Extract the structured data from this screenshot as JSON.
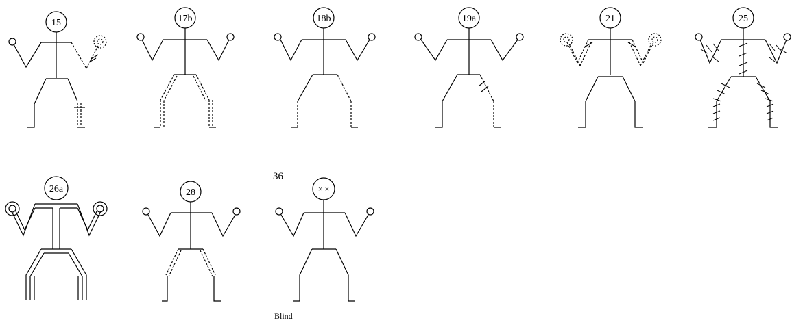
{
  "figures": [
    {
      "id": "fig-15",
      "label": "15",
      "variant": "right-arm-hatched-right-leg-double-dashed"
    },
    {
      "id": "fig-17b",
      "label": "17b",
      "variant": "both-legs-double-dashed"
    },
    {
      "id": "fig-18b",
      "label": "18b",
      "variant": "both-legs-dashed"
    },
    {
      "id": "fig-19a",
      "label": "19a",
      "variant": "right-leg-dashed-with-ticks"
    },
    {
      "id": "fig-21",
      "label": "21",
      "variant": "both-arms-double-dashed-hands-dashed-rings"
    },
    {
      "id": "fig-25",
      "label": "25",
      "variant": "all-limbs-and-torso-hatched"
    },
    {
      "id": "fig-26a",
      "label": "26a",
      "variant": "double-outlined-body-ringed-hands"
    },
    {
      "id": "fig-28",
      "label": "28",
      "variant": "both-thighs-dashed"
    },
    {
      "id": "fig-36",
      "label": "",
      "variant": "x-eyes-blind",
      "face_mark": "× ×",
      "number": "36",
      "caption": "Blind"
    }
  ],
  "style": {
    "stroke": "#000000",
    "background": "#ffffff"
  }
}
